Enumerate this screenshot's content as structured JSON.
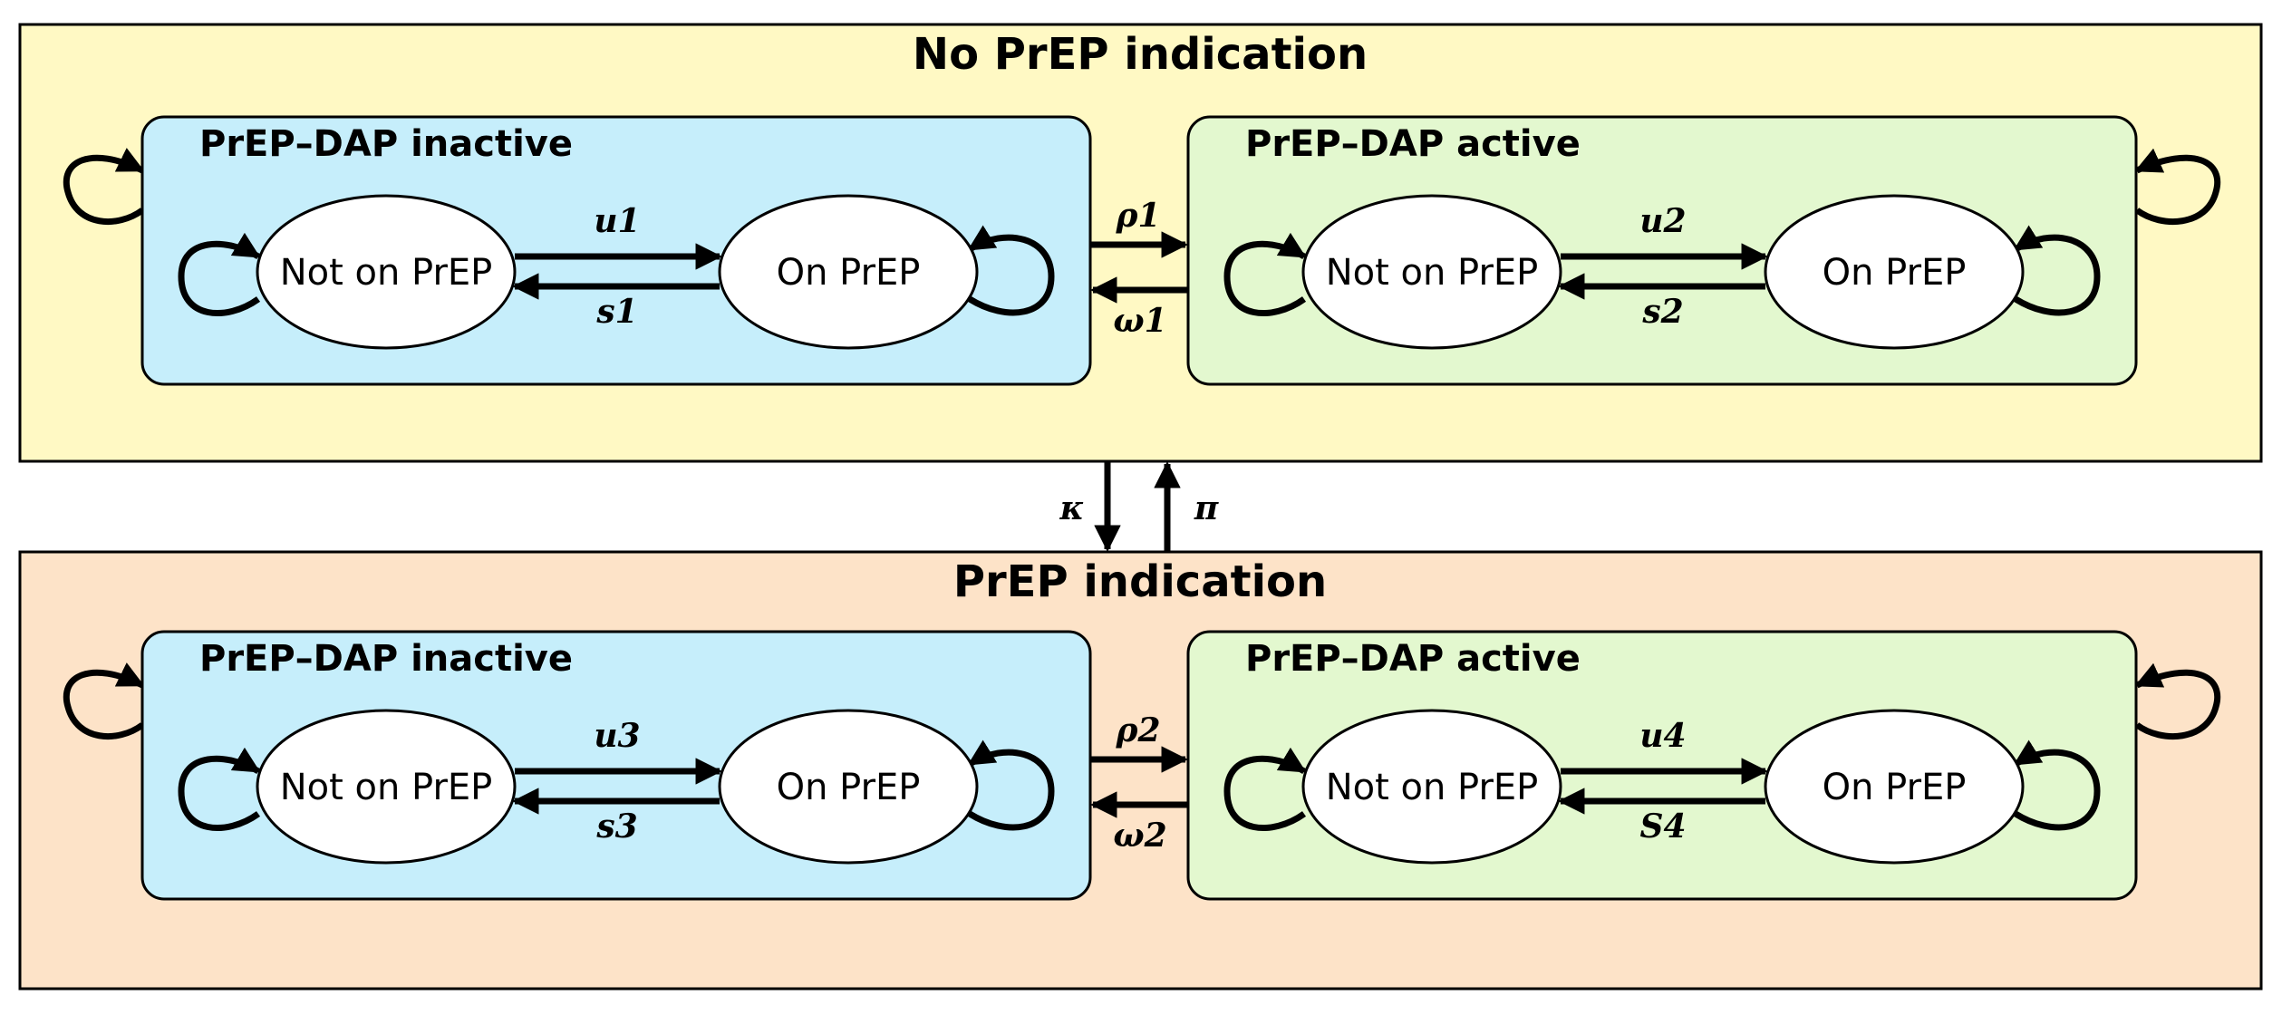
{
  "colors": {
    "top_panel": "#FFF9C4",
    "bottom_panel": "#FDE3C8",
    "inactive_box": "#C6EEFB",
    "active_box": "#E3F8CF",
    "state": "#FFFFFF",
    "stroke": "#000000"
  },
  "panels": {
    "top": {
      "title": "No PrEP indication",
      "inactive": {
        "title": "PrEP–DAP inactive",
        "left_state": "Not on PrEP",
        "right_state": "On PrEP",
        "start_rate": "u1",
        "stop_rate": "s1"
      },
      "active": {
        "title": "PrEP–DAP active",
        "left_state": "Not on PrEP",
        "right_state": "On PrEP",
        "start_rate": "u2",
        "stop_rate": "s2"
      },
      "activate_rate": "ρ1",
      "deactivate_rate": "ω1"
    },
    "bottom": {
      "title": "PrEP indication",
      "inactive": {
        "title": "PrEP–DAP inactive",
        "left_state": "Not on PrEP",
        "right_state": "On PrEP",
        "start_rate": "u3",
        "stop_rate": "s3"
      },
      "active": {
        "title": "PrEP–DAP active",
        "left_state": "Not on PrEP",
        "right_state": "On PrEP",
        "start_rate": "u4",
        "stop_rate": "S4"
      },
      "activate_rate": "ρ2",
      "deactivate_rate": "ω2"
    }
  },
  "between_panels": {
    "gain_indication_rate": "κ",
    "lose_indication_rate": "π"
  }
}
